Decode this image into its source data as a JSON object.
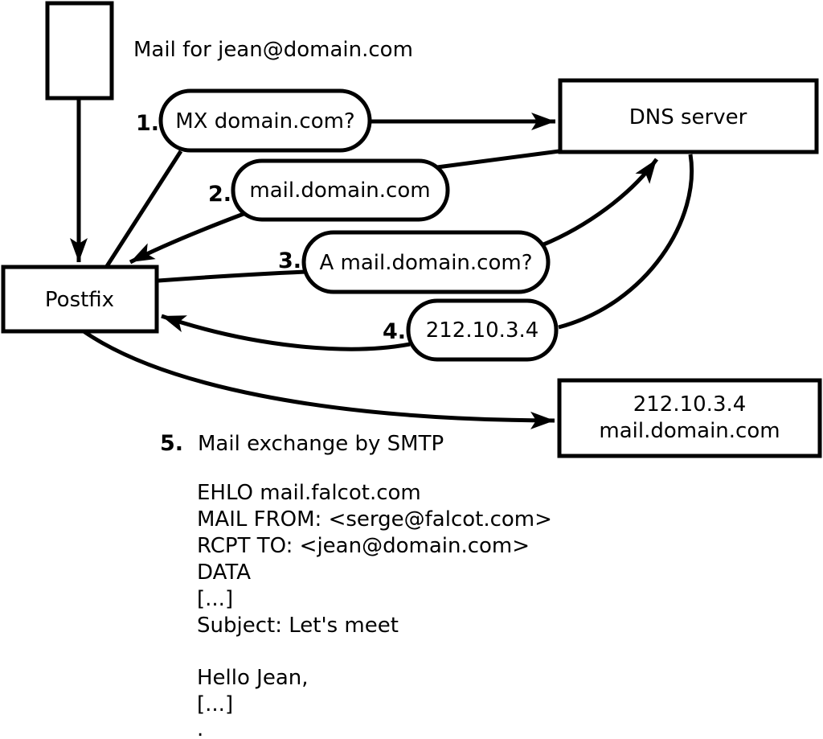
{
  "diagram": {
    "note": "Mail for jean@domain.com",
    "nodes": {
      "postfix": {
        "label": "Postfix"
      },
      "dns": {
        "label": "DNS server"
      },
      "mailserver": {
        "ip": "212.10.3.4",
        "hostname": "mail.domain.com"
      }
    },
    "steps": [
      {
        "num": "1.",
        "label": "MX domain.com?"
      },
      {
        "num": "2.",
        "label": "mail.domain.com"
      },
      {
        "num": "3.",
        "label": "A mail.domain.com?"
      },
      {
        "num": "4.",
        "label": "212.10.3.4"
      },
      {
        "num": "5.",
        "label": "Mail exchange by SMTP"
      }
    ],
    "smtp_session": {
      "lines": [
        "EHLO mail.falcot.com",
        "MAIL FROM: <serge@falcot.com>",
        "RCPT TO: <jean@domain.com>",
        "DATA",
        "[...]",
        "Subject: Let's meet",
        "Hello Jean,",
        "[...]",
        "."
      ]
    },
    "colors": {
      "ink": "#000000",
      "background": "#ffffff"
    }
  }
}
